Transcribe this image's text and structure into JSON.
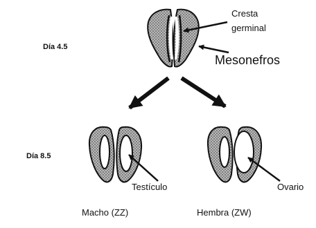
{
  "labels": {
    "day_early": "Día 4.5",
    "day_late": "Día 8.5",
    "cresta_line1": "Cresta",
    "cresta_line2": "germinal",
    "mesonefros": "Mesonefros",
    "testiculo": "Testículo",
    "ovario": "Ovario",
    "macho": "Macho  (ZZ)",
    "hembra": "Hembra (ZW)"
  },
  "colors": {
    "ink": "#111111",
    "stipple": "#8a8a8a",
    "background": "#ffffff"
  }
}
